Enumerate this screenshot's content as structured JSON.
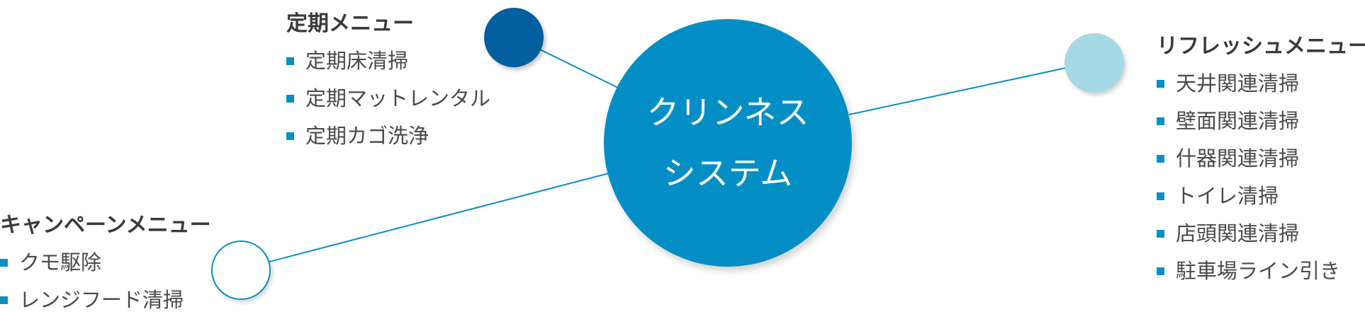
{
  "colors": {
    "center": "#038ec5",
    "top_left_node": "#035fa0",
    "right_node": "#a5d9e6",
    "bottom_left_node_border": "#0a8fc4",
    "connector": "#0a8fc4",
    "bullet": "#0a8fc4"
  },
  "center": {
    "line1": "クリンネス",
    "line2": "システム"
  },
  "groups": {
    "regular": {
      "title": "定期メニュー",
      "items": [
        "定期床清掃",
        "定期マットレンタル",
        "定期カゴ洗浄"
      ]
    },
    "refresh": {
      "title": "リフレッシュメニュー",
      "items": [
        "天井関連清掃",
        "壁面関連清掃",
        "什器関連清掃",
        "トイレ清掃",
        "店頭関連清掃",
        "駐車場ライン引き"
      ]
    },
    "campaign": {
      "title": "キャンペーンメニュー",
      "items": [
        "クモ駆除",
        "レンジフード清掃"
      ]
    }
  }
}
